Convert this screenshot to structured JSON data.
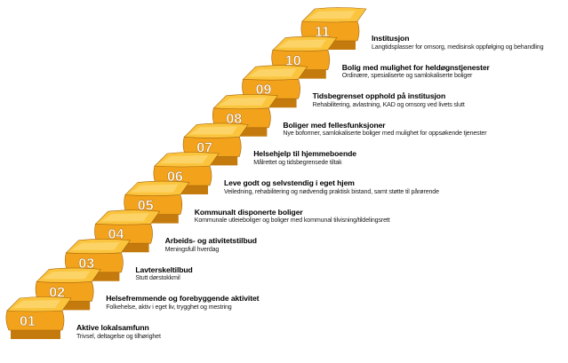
{
  "steps": [
    {
      "num": "01",
      "title": "Aktive lokalsamfunn",
      "subtitle": "Trivsel, deltagelse og tilhørighet"
    },
    {
      "num": "02",
      "title": "Helsefremmende og forebyggende aktivitet",
      "subtitle": "Folkehelse, aktiv i eget liv, trygghet og mestring"
    },
    {
      "num": "03",
      "title": "Lavterskeltilbud",
      "subtitle": "Stutt dørstokkmil"
    },
    {
      "num": "04",
      "title": "Arbeids- og ativitetstilbud",
      "subtitle": "Meningsfull hverdag"
    },
    {
      "num": "05",
      "title": "Kommunalt disponerte boliger",
      "subtitle": "Kommunale utleieboliger og boliger med kommunal tilvisning/tildelingsrett"
    },
    {
      "num": "06",
      "title": "Leve godt og selvstendig i eget hjem",
      "subtitle": "Veiledning, rehabilitering og nødvendig praktisk bistand, samt støtte til pårørende"
    },
    {
      "num": "07",
      "title": "Helsehjelp til hjemmeboende",
      "subtitle": "Målrettet og tidsbegrensede tiltak"
    },
    {
      "num": "08",
      "title": "Boliger med fellesfunksjoner",
      "subtitle": "Nye boformer, samlokaliserte boliger med mulighet for oppsøkende tjenester"
    },
    {
      "num": "09",
      "title": "Tidsbegrenset opphold på institusjon",
      "subtitle": "Rehabilitering, avlastning, KAD og omsorg ved livets slutt"
    },
    {
      "num": "10",
      "title": "Bolig med mulighet for heldøgnstjenester",
      "subtitle": "Ordinære, spesialiserte og samlokaliserte boliger"
    },
    {
      "num": "11",
      "title": "Institusjon",
      "subtitle": "Langtidsplasser for omsorg, medisinsk oppfølging og behandling"
    }
  ],
  "colors": {
    "step_top": "#fbc43d",
    "step_front": "#f2a21b",
    "step_side": "#c47a0c",
    "step_edge": "#a8650a",
    "number": "#ffffff"
  }
}
